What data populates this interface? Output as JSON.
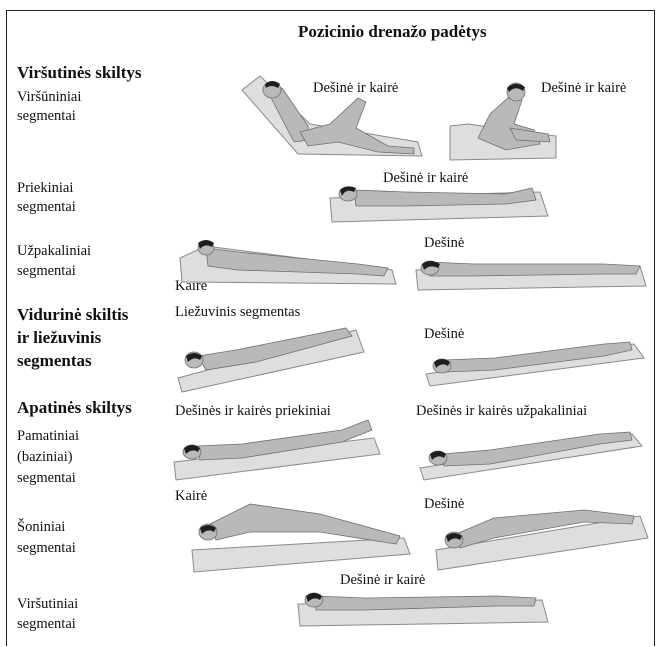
{
  "title": "Pozicinio drenažo padėtys",
  "groups": {
    "upper": "Viršutinės skiltys",
    "middle": [
      "Vidurinė skiltis",
      "ir liežuvinis",
      "segmentas"
    ],
    "lower": "Apatinės skiltys"
  },
  "segments": {
    "apical": [
      "Viršūniniai",
      "segmentai"
    ],
    "anterior": [
      "Priekiniai",
      "segmentai"
    ],
    "posterior": [
      "Užpakaliniai",
      "segmentai"
    ],
    "basal": [
      "Pamatiniai",
      "(baziniai)",
      "segmentai"
    ],
    "lateral": [
      "Šoniniai",
      "segmentai"
    ],
    "superior": [
      "Viršutiniai",
      "segmentai"
    ]
  },
  "labels": {
    "apical_a": "Dešinė ir kairė",
    "apical_b": "Dešinė ir kairė",
    "anterior": "Dešinė ir kairė",
    "posterior_left": "Kairė",
    "posterior_right": "Dešinė",
    "lingular": "Liežuvinis segmentas",
    "middle_right": "Dešinė",
    "basal_anterior": "Dešinės ir kairės priekiniai",
    "basal_posterior": "Dešinės ir kairės užpakaliniai",
    "lateral_left": "Kairė",
    "lateral_right": "Dešinė",
    "superior": "Dešinė ir kairė"
  },
  "colors": {
    "mat_fill": "#dedede",
    "mat_stroke": "#8a8a8a",
    "body_fill": "#b9b9b9",
    "hair": "#1e1e1e"
  }
}
